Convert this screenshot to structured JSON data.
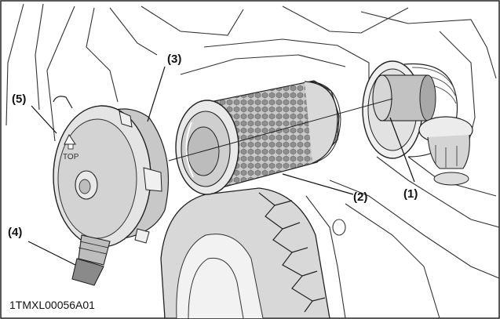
{
  "figure": {
    "id": "1TMXL00056A01",
    "top_mark": "TOP"
  },
  "callouts": [
    {
      "key": "c1",
      "label": "(1)"
    },
    {
      "key": "c2",
      "label": "(2)"
    },
    {
      "key": "c3",
      "label": "(3)"
    },
    {
      "key": "c4",
      "label": "(4)"
    },
    {
      "key": "c5",
      "label": "(5)"
    }
  ],
  "colors": {
    "line": "#222222",
    "shade": "#b9b9b9",
    "light": "#e6e6e6",
    "dark": "#8c8c8c"
  }
}
